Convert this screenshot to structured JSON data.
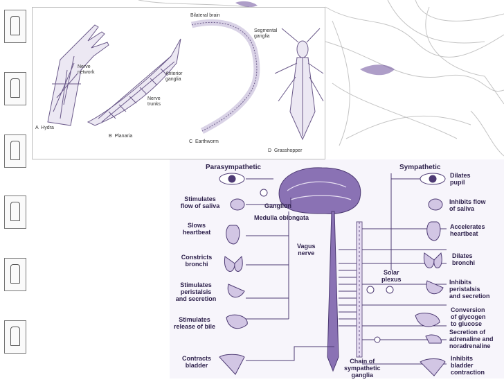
{
  "thumbnails_count": 6,
  "invertebrate_panel": {
    "labels": {
      "nerve_network": "Nerve\nnetwork",
      "hydra": "A  Hydra",
      "planaria": "B  Planaria",
      "anterior_ganglia": "Anterior\nganglia",
      "nerve_trunks": "Nerve\ntrunks",
      "bilateral_brain": "Bilateral brain",
      "segmental_ganglia": "Segmental\nganglia",
      "earthworm": "C  Earthworm",
      "grasshopper": "D  Grasshopper"
    }
  },
  "autonomic_panel": {
    "parasympathetic_title": "Parasympathetic",
    "sympathetic_title": "Sympathetic",
    "left_labels": {
      "saliva": "Stimulates\nflow of saliva",
      "heart": "Slows\nheartbeat",
      "bronchi": "Constricts\nbronchi",
      "peristalsis": "Stimulates\nperistalsis\nand secretion",
      "bile": "Stimulates\nrelease of bile",
      "bladder": "Contracts\nbladder"
    },
    "right_labels": {
      "pupil": "Dilates\npupil",
      "saliva": "Inhibits flow\nof saliva",
      "heart": "Accelerates\nheartbeat",
      "bronchi": "Dilates\nbronchi",
      "peristalsis": "Inhibits\nperistalsis\nand secretion",
      "glycogen": "Conversion\nof glycogen\nto glucose",
      "adrenaline": "Secretion of\nadrenaline and\nnoradrenaline",
      "bladder": "Inhibits\nbladder\ncontraction"
    },
    "center_labels": {
      "ganglion": "Ganglion",
      "medulla": "Medulla oblongata",
      "vagus": "Vagus\nnerve",
      "solar_plexus": "Solar\nplexus",
      "chain": "Chain of\nsympathetic\nganglia"
    }
  }
}
